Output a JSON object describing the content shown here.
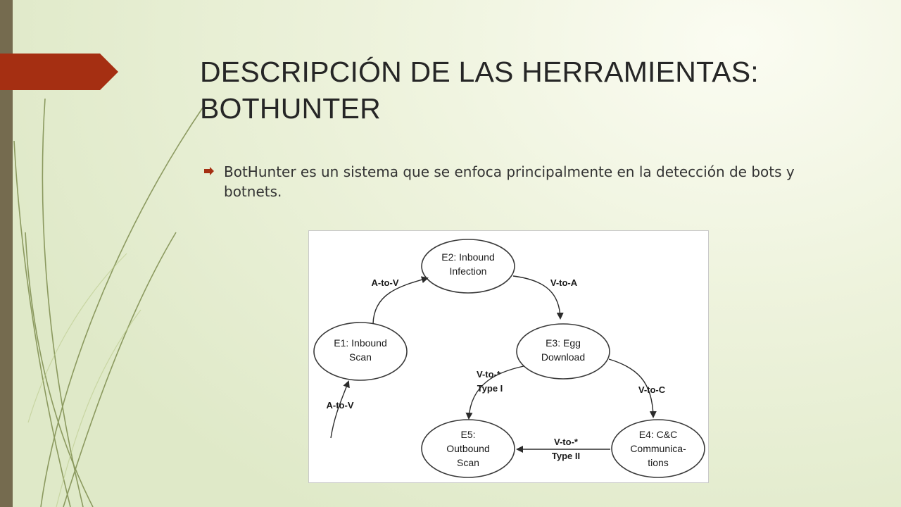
{
  "slide": {
    "title_line1": "DESCRIPCIÓN DE LAS HERRAMIENTAS:",
    "title_line2": "BOTHUNTER",
    "bullet_text": "BotHunter es un sistema que se enfoca principalmente en la detección de bots y botnets."
  },
  "colors": {
    "accent": "#a52f12",
    "left_bar": "#756b4f",
    "background": "#eef3dd"
  },
  "diagram": {
    "nodes": {
      "e1": [
        "E1: Inbound",
        "Scan"
      ],
      "e2": [
        "E2: Inbound",
        "Infection"
      ],
      "e3": [
        "E3: Egg",
        "Download"
      ],
      "e4": [
        "E4: C&C",
        "Communica-",
        "tions"
      ],
      "e5": [
        "E5:",
        "Outbound",
        "Scan"
      ]
    },
    "edges": {
      "e1_e2": "A-to-V",
      "e2_e3": "V-to-A",
      "e3_e4": "V-to-C",
      "e3_e5": [
        "V-to-*",
        "Type I"
      ],
      "e4_e5": [
        "V-to-*",
        "Type II"
      ],
      "in_e1": "A-to-V"
    }
  }
}
